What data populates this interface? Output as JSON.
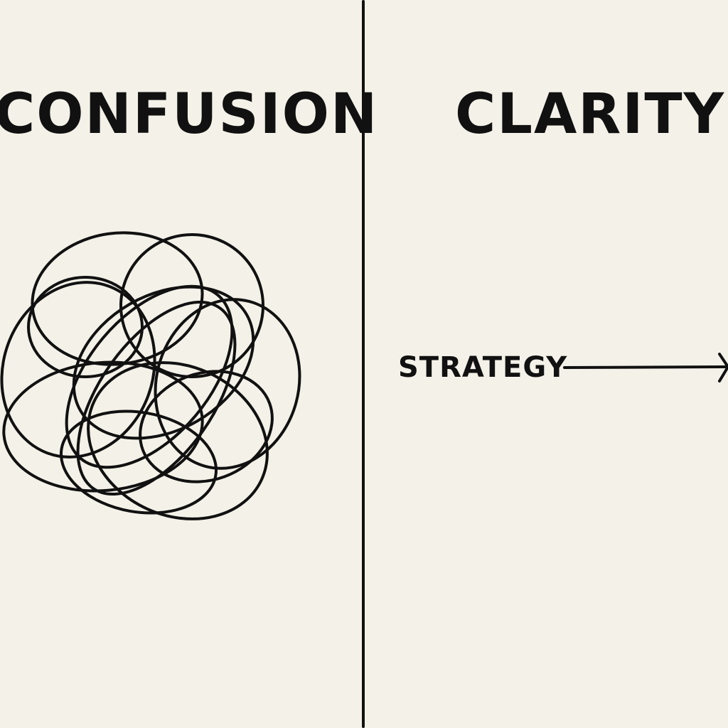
{
  "left_panel": {
    "heading": "CONFUSION"
  },
  "right_panel": {
    "heading": "CLARITY",
    "arrow_label": "STRATEGY"
  },
  "colors": {
    "background": "#f4f1e8",
    "ink": "#111111"
  },
  "icons": {
    "tangle": "tangled-loops-icon",
    "arrow": "right-arrow-icon"
  }
}
